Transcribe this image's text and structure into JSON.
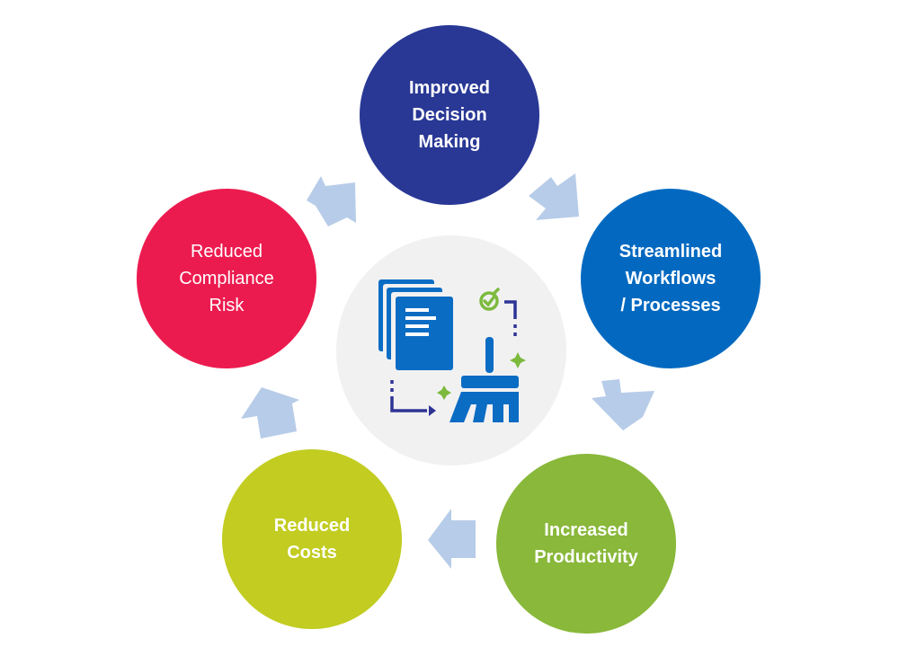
{
  "diagram": {
    "type": "cycle",
    "center": {
      "icon": "documents-broom-cleanup-icon",
      "description": "Stack of documents, a broom, a check-mark badge and sparkles"
    },
    "nodes": [
      {
        "id": "improved-decision-making",
        "label": "Improved\nDecision\nMaking",
        "color": "#293895"
      },
      {
        "id": "streamlined-workflows",
        "label": "Streamlined\nWorkflows\n/ Processes",
        "color": "#0369c0"
      },
      {
        "id": "increased-productivity",
        "label": "Increased\nProductivity",
        "color": "#89b83a"
      },
      {
        "id": "reduced-costs",
        "label": "Reduced\nCosts",
        "color": "#c2cc21"
      },
      {
        "id": "reduced-compliance-risk",
        "label": "Reduced\nCompliance\nRisk",
        "color": "#ec1b4f"
      }
    ],
    "arrows": [
      {
        "from": "improved-decision-making",
        "to": "streamlined-workflows"
      },
      {
        "from": "streamlined-workflows",
        "to": "increased-productivity"
      },
      {
        "from": "increased-productivity",
        "to": "reduced-costs"
      },
      {
        "from": "reduced-costs",
        "to": "reduced-compliance-risk"
      },
      {
        "from": "reduced-compliance-risk",
        "to": "improved-decision-making"
      }
    ],
    "colors": {
      "arrow": "#b7cce8",
      "hub": "#f1f1f2",
      "icon_blue": "#0b6cc4",
      "icon_navy": "#2d3494",
      "icon_green": "#7cba3d"
    }
  }
}
